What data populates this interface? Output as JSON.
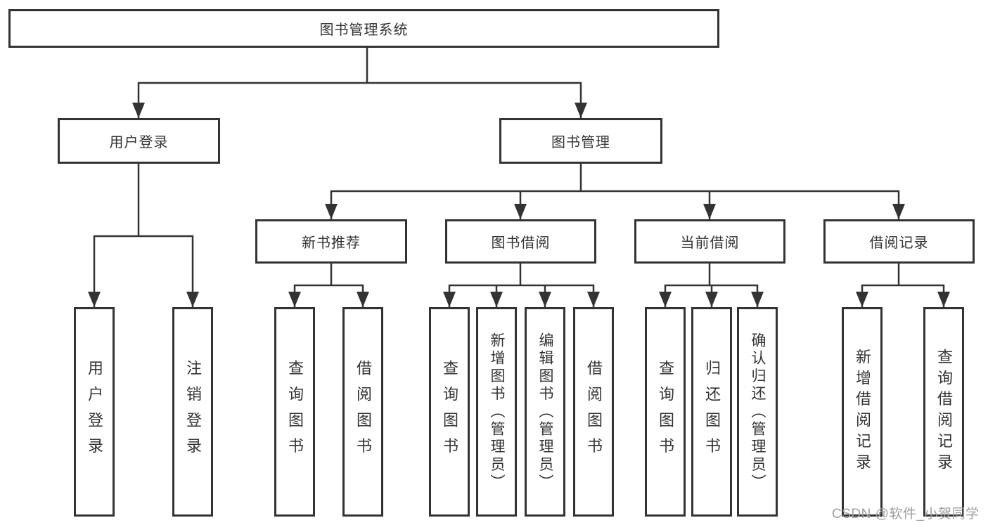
{
  "nodes": {
    "root": "图书管理系统",
    "user_login": "用户登录",
    "book_management": "图书管理",
    "new_book_recommend": "新书推荐",
    "book_borrow": "图书借阅",
    "current_borrow": "当前借阅",
    "borrow_record": "借阅记录",
    "user_login_children": [
      "用户登录",
      "注销登录"
    ],
    "new_book_children": [
      "查询图书",
      "借阅图书"
    ],
    "book_borrow_children": [
      "查询图书",
      "新增图书（管理员）",
      "编辑图书（管理员）",
      "借阅图书"
    ],
    "current_borrow_children": [
      "查询图书",
      "归还图书",
      "确认归还（管理员）"
    ],
    "borrow_record_children": [
      "新增借阅记录",
      "查询借阅记录"
    ]
  },
  "watermark": "CSDN @软件_小贺同学",
  "colors": {
    "line": "#333333",
    "text": "#333333",
    "watermark": "#9e9e9e",
    "background": "#ffffff"
  }
}
